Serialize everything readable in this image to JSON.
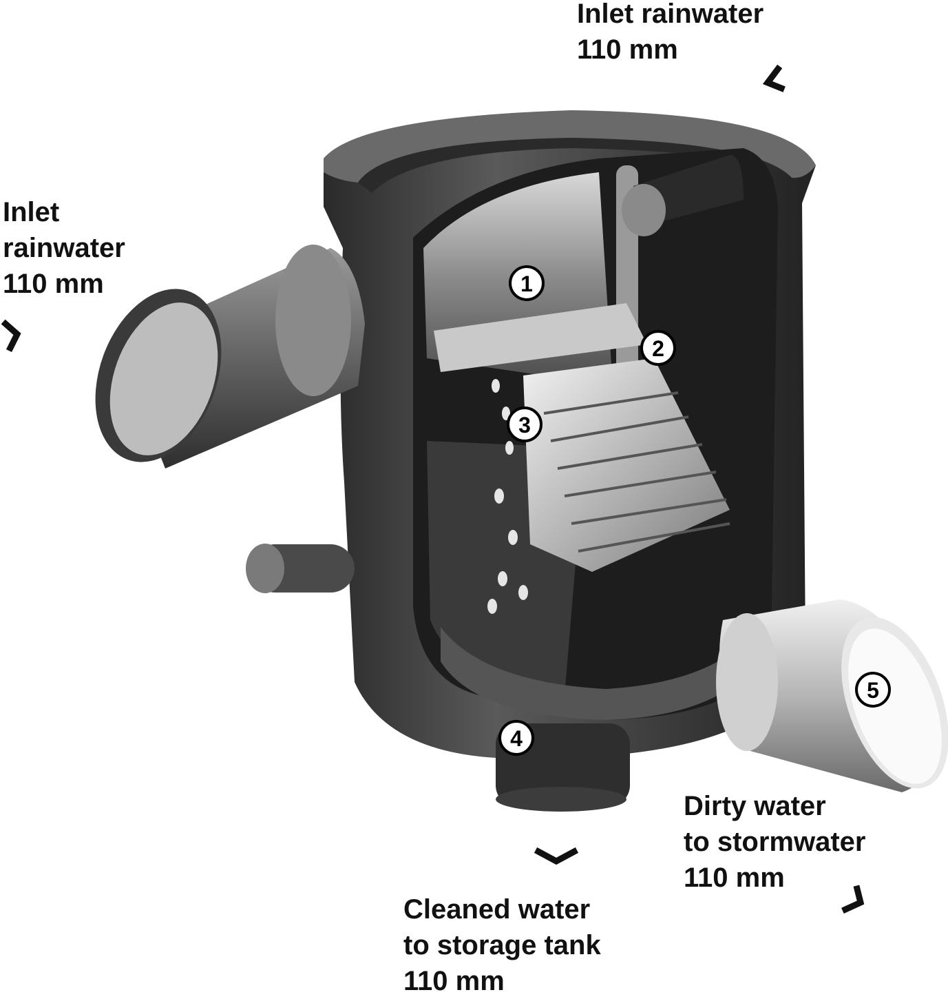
{
  "labels": {
    "inlet_top": {
      "line1": "Inlet rainwater",
      "line2": "110 mm"
    },
    "inlet_left": {
      "line1": "Inlet",
      "line2": "rainwater",
      "line3": "110 mm"
    },
    "dirty_outlet": {
      "line1": "Dirty water",
      "line2": "to stormwater",
      "line3": "110 mm"
    },
    "clean_outlet": {
      "line1": "Cleaned water",
      "line2": "to storage tank",
      "line3": "110 mm"
    }
  },
  "callouts": [
    "1",
    "2",
    "3",
    "4",
    "5"
  ],
  "colors": {
    "body_dark": "#3a3a3a",
    "body_mid": "#5c5c5c",
    "pipe_light": "#cfcfcf",
    "ink": "#111111"
  }
}
